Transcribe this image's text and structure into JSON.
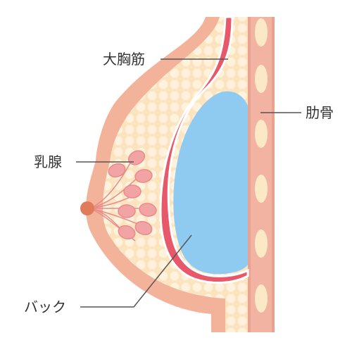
{
  "labels": {
    "pectoralis_major": "大胸筋",
    "ribs": "肋骨",
    "mammary_gland": "乳腺",
    "back": "バック"
  },
  "colors": {
    "outer_skin": "#f3b39a",
    "fat": "#fbe4bf",
    "fat_cells": "#fff3dd",
    "muscle": "#e6586a",
    "implant": "#8fcbf0",
    "gland_lobule": "#f2a3a3",
    "nipple": "#e07c5a",
    "chest_wall": "#f2b3a3",
    "rib": "#fbe9c6",
    "leader_line": "#555555",
    "label_text": "#333333"
  }
}
